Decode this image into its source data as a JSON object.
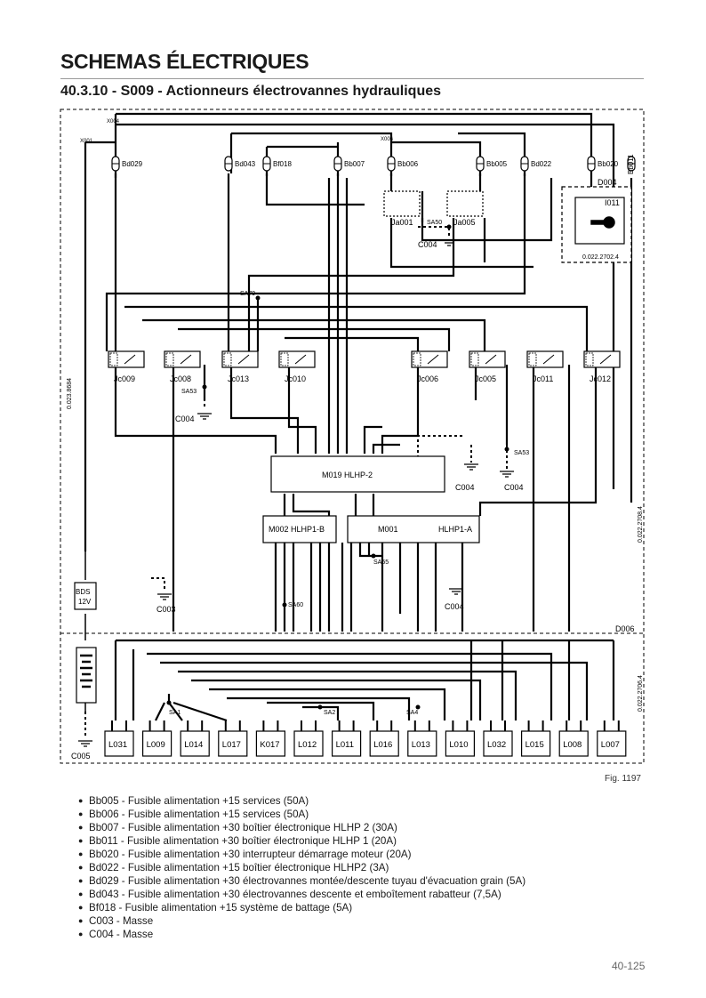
{
  "header": {
    "title": "SCHEMAS ÉLECTRIQUES",
    "subtitle": "40.3.10 - S009 - Actionneurs électrovannes hydrauliques"
  },
  "diagram": {
    "fuses": [
      "Bd029",
      "Bd043",
      "Bf018",
      "Bb007",
      "Bb006",
      "Bb005",
      "Bd022",
      "Bb020",
      "Bb011"
    ],
    "relays_top": [
      "Ja001",
      "Ja005"
    ],
    "relays_mid": [
      "Jc009",
      "Jc008",
      "Jc013",
      "Jc010",
      "Jc006",
      "Jc005",
      "Jc011",
      "Jc012"
    ],
    "modules": {
      "m019": "M019   HLHP-2",
      "m002": "M002  HLHP1-B",
      "m001": "M001",
      "m001b": "HLHP1-A",
      "d004": "D004",
      "i011": "I011",
      "d006": "D006",
      "bds": "BDS",
      "bds_v": "12V"
    },
    "loads": [
      "L031",
      "L009",
      "L014",
      "L017",
      "K017",
      "L012",
      "L011",
      "L016",
      "L013",
      "L010",
      "L032",
      "L015",
      "L008",
      "L007"
    ],
    "ground_labels": {
      "c004_a": "C004",
      "c004_b": "C004",
      "c004_c": "C004",
      "c004_d": "C004",
      "c004_e": "C004",
      "c003": "C003",
      "c005": "C005"
    },
    "splices": [
      "SA50",
      "SA53",
      "SA53",
      "SA79",
      "SA55",
      "SA60",
      "SA1",
      "SA2",
      "SA4"
    ],
    "side_codes": [
      "0.023.8684",
      "0.022.2708.4",
      "0.022.2706.4",
      "0.022.2702.4"
    ],
    "connectors": [
      "X001",
      "X004",
      "X006"
    ]
  },
  "fig_label": "Fig. 1197",
  "legend": [
    "Bb005 - Fusible alimentation +15 services (50A)",
    "Bb006 - Fusible alimentation +15 services (50A)",
    "Bb007 - Fusible alimentation +30 boîtier électronique HLHP 2 (30A)",
    "Bb011 - Fusible alimentation +30 boîtier électronique HLHP 1 (20A)",
    "Bb020 - Fusible alimentation +30 interrupteur démarrage moteur (20A)",
    "Bd022 - Fusible alimentation +15 boîtier électronique HLHP2 (3A)",
    "Bd029 - Fusible alimentation +30 électrovannes montée/descente tuyau d'évacuation grain (5A)",
    "Bd043 - Fusible alimentation +30 électrovannes descente et emboîtement rabatteur (7,5A)",
    "Bf018 - Fusible alimentation +15 système de battage (5A)",
    "C003 - Masse",
    "C004 - Masse"
  ],
  "page_number": "40-125"
}
